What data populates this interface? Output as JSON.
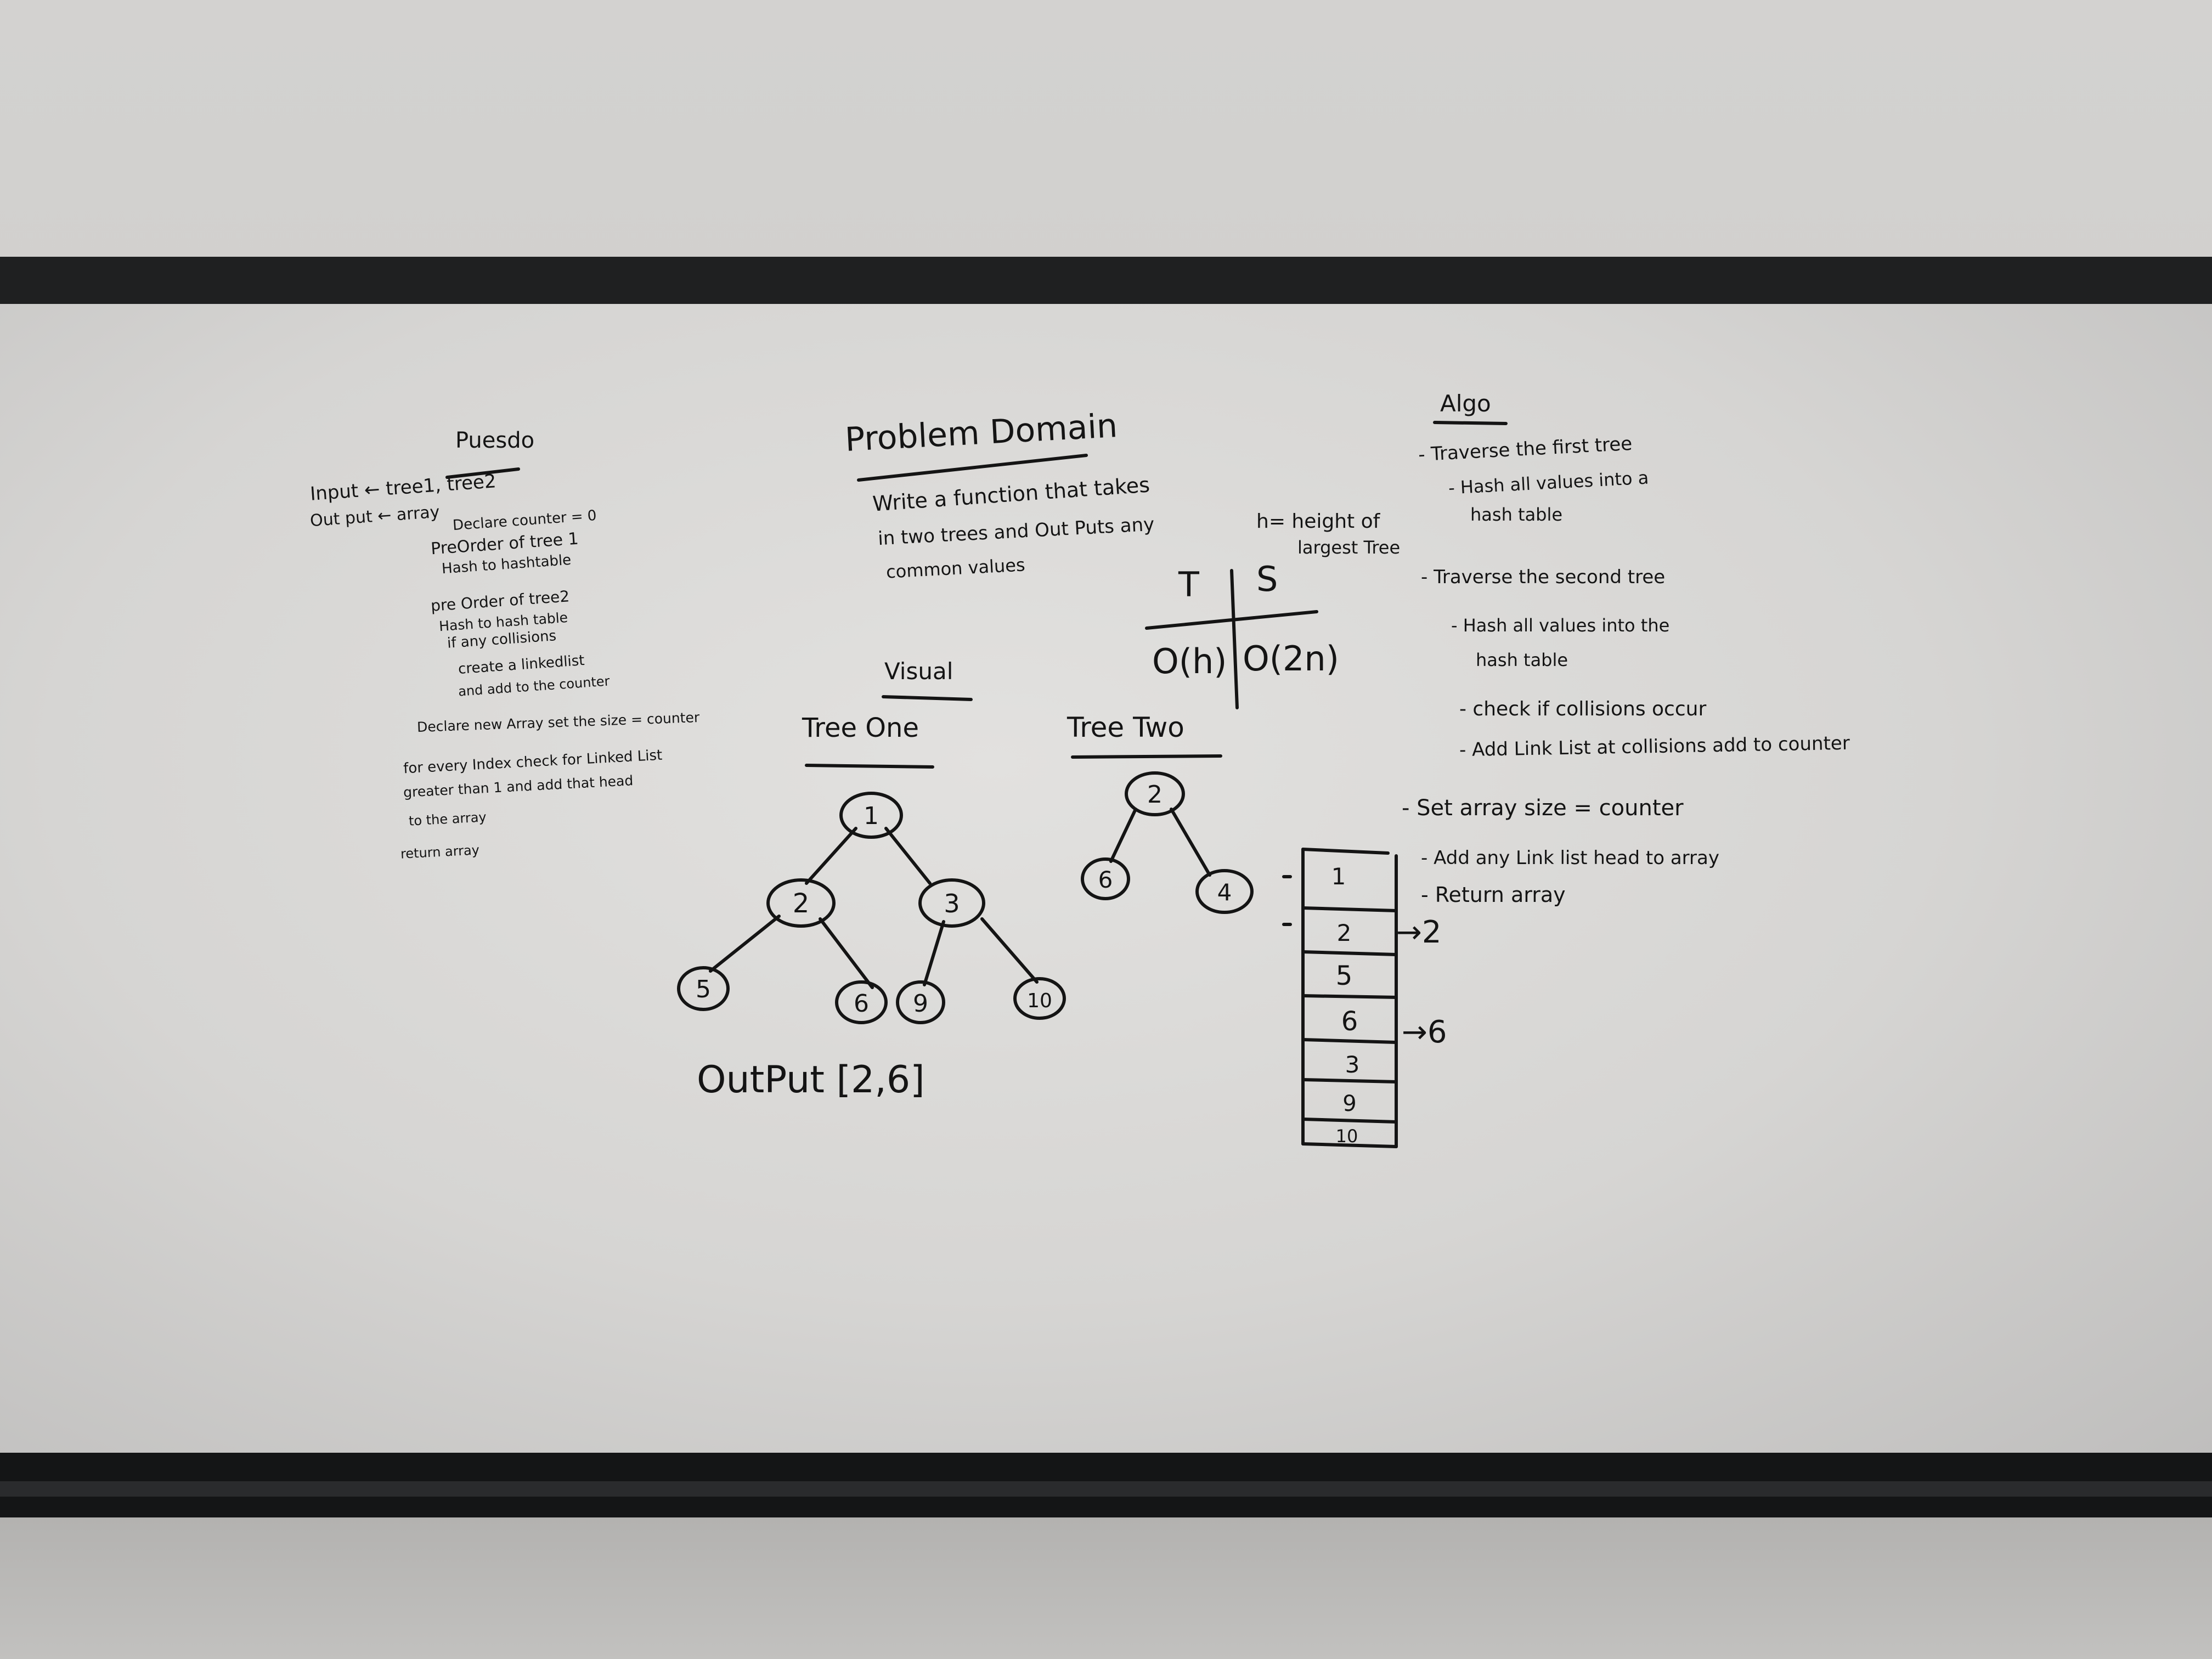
{
  "pseudo": {
    "title": "Puesdo",
    "lines": [
      "Input ← tree1, tree2",
      "Out put ← array",
      "Declare counter = 0",
      "PreOrder of tree 1",
      "Hash to hashtable",
      "pre Order of tree2",
      "Hash to hash table",
      "if any collisions",
      "create a linkedlist",
      "and add to the counter",
      "Declare new Array set the size = counter",
      "for every Index check for Linked List",
      "greater than 1 and add that head",
      "to the array",
      "return array"
    ]
  },
  "problem_domain": {
    "title": "Problem Domain",
    "lines": [
      "Write a function that takes",
      "in two trees and Out Puts any",
      "common values"
    ]
  },
  "complexity": {
    "note_line1": "h= height of",
    "note_line2": "largest Tree",
    "time_label": "T",
    "space_label": "S",
    "time_value": "O(h)",
    "space_value": "O(2n)"
  },
  "visual": {
    "title": "Visual",
    "tree_one_label": "Tree One",
    "tree_two_label": "Tree Two",
    "tree_one_nodes": [
      "1",
      "2",
      "3",
      "5",
      "6",
      "9",
      "10"
    ],
    "tree_two_nodes": [
      "2",
      "6",
      "4"
    ],
    "output": "OutPut [2,6]"
  },
  "hash_table": {
    "cells": [
      "1",
      "2",
      "5",
      "6",
      "3",
      "9",
      "10"
    ],
    "arrow_2": "→2",
    "arrow_6": "→6"
  },
  "algo": {
    "title": "Algo",
    "lines": [
      "- Traverse the first tree",
      "- Hash all values into a",
      "hash table",
      "- Traverse the second tree",
      "- Hash all values into the",
      "hash table",
      "- check if collisions occur",
      "- Add Link List at collisions add to counter",
      "- Set array size = counter",
      "- Add any Link list head to array",
      "- Return array"
    ]
  }
}
